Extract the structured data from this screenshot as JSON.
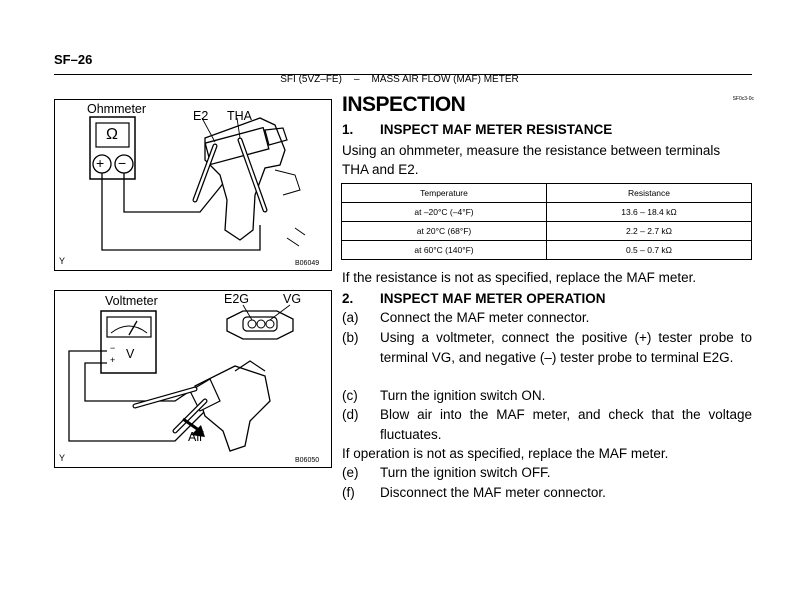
{
  "header": {
    "page_number": "SF–26",
    "section": "SFI (5VZ–FE)",
    "dash": "–",
    "component": "MASS AIR FLOW (MAF) METER",
    "code": "SF0c3-0c"
  },
  "heading": "INSPECTION",
  "step1": {
    "num": "1.",
    "title": "INSPECT MAF METER RESISTANCE",
    "body_line1": "Using an ohmmeter, measure the resistance between terminals",
    "body_line2": "THA and E2."
  },
  "table": {
    "headers": [
      "Temperature",
      "Resistance"
    ],
    "rows": [
      [
        "at –20°C (–4°F)",
        "13.6 – 18.4 kΩ"
      ],
      [
        "at 20°C (68°F)",
        "2.2 – 2.7 kΩ"
      ],
      [
        "at 60°C (140°F)",
        "0.5 – 0.7 kΩ"
      ]
    ]
  },
  "note1": "If the resistance is not as specified, replace the MAF meter.",
  "step2": {
    "num": "2.",
    "title": "INSPECT MAF METER OPERATION"
  },
  "substeps": [
    {
      "label": "(a)",
      "text": "Connect the MAF meter connector."
    },
    {
      "label": "(b)",
      "text": "Using a voltmeter, connect the positive (+) tester probe to terminal VG, and negative (–) tester probe to terminal E2G."
    },
    {
      "label": "(c)",
      "text": "Turn the ignition switch ON."
    },
    {
      "label": "(d)",
      "text": "Blow air into the MAF meter, and check that the voltage fluctuates."
    }
  ],
  "note2": "If operation is not as specified, replace the MAF meter.",
  "substeps2": [
    {
      "label": "(e)",
      "text": "Turn the ignition switch OFF."
    },
    {
      "label": "(f)",
      "text": "Disconnect the MAF meter connector."
    }
  ],
  "figure1": {
    "meter_label": "Ohmmeter",
    "omega": "Ω",
    "plus": "+",
    "minus": "−",
    "terminal_e2": "E2",
    "terminal_tha": "THA",
    "corner": "Y",
    "code": "B06049"
  },
  "figure2": {
    "meter_label": "Voltmeter",
    "v_label": "V",
    "minus": "−",
    "plus": "+",
    "terminal_e2g": "E2G",
    "terminal_vg": "VG",
    "air": "Air",
    "corner": "Y",
    "code": "B06050"
  }
}
